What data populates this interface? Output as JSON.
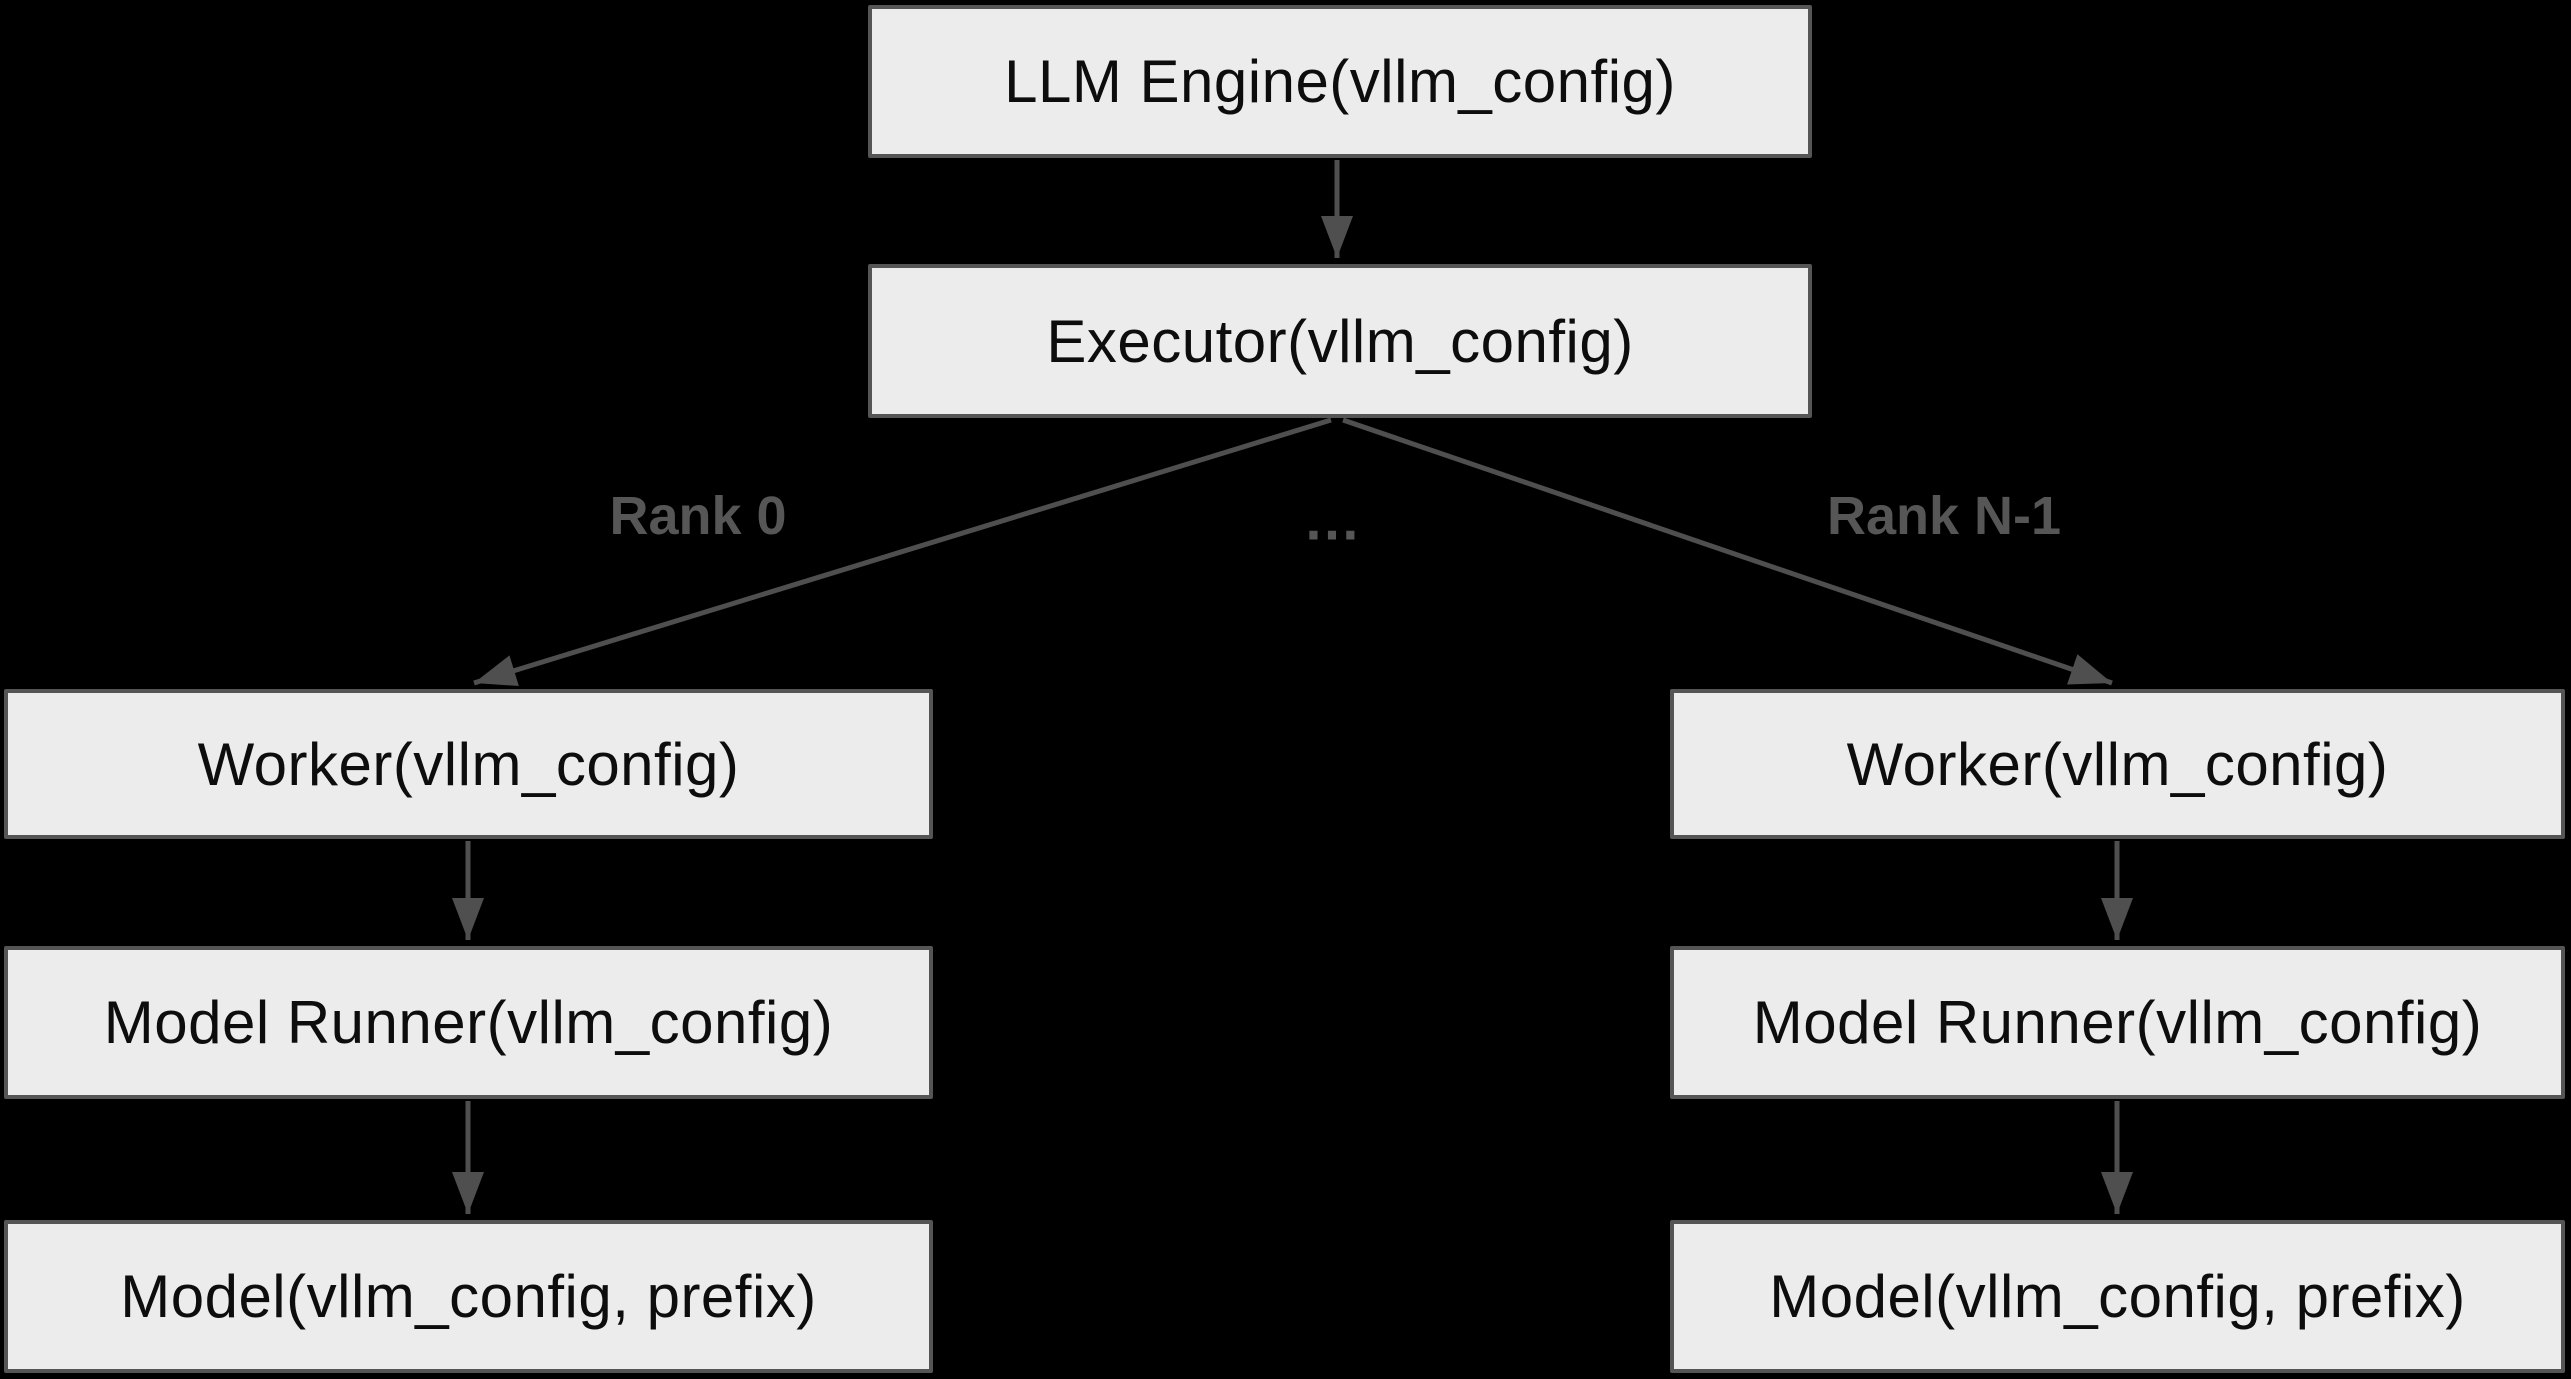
{
  "diagram": {
    "colors": {
      "background": "#000000",
      "node_fill": "#ececec",
      "node_border": "#555555",
      "node_text": "#0d0d0d",
      "edge": "#4f4f4f",
      "edge_label": "#565656"
    },
    "nodes": {
      "llm_engine": {
        "label": "LLM Engine(vllm_config)"
      },
      "executor": {
        "label": "Executor(vllm_config)"
      },
      "worker_left": {
        "label": "Worker(vllm_config)"
      },
      "worker_right": {
        "label": "Worker(vllm_config)"
      },
      "model_runner_left": {
        "label": "Model Runner(vllm_config)"
      },
      "model_runner_right": {
        "label": "Model Runner(vllm_config)"
      },
      "model_left": {
        "label": "Model(vllm_config, prefix)"
      },
      "model_right": {
        "label": "Model(vllm_config, prefix)"
      }
    },
    "edge_labels": {
      "rank_0": "Rank 0",
      "ellipsis": "…",
      "rank_n_1": "Rank N-1"
    }
  }
}
